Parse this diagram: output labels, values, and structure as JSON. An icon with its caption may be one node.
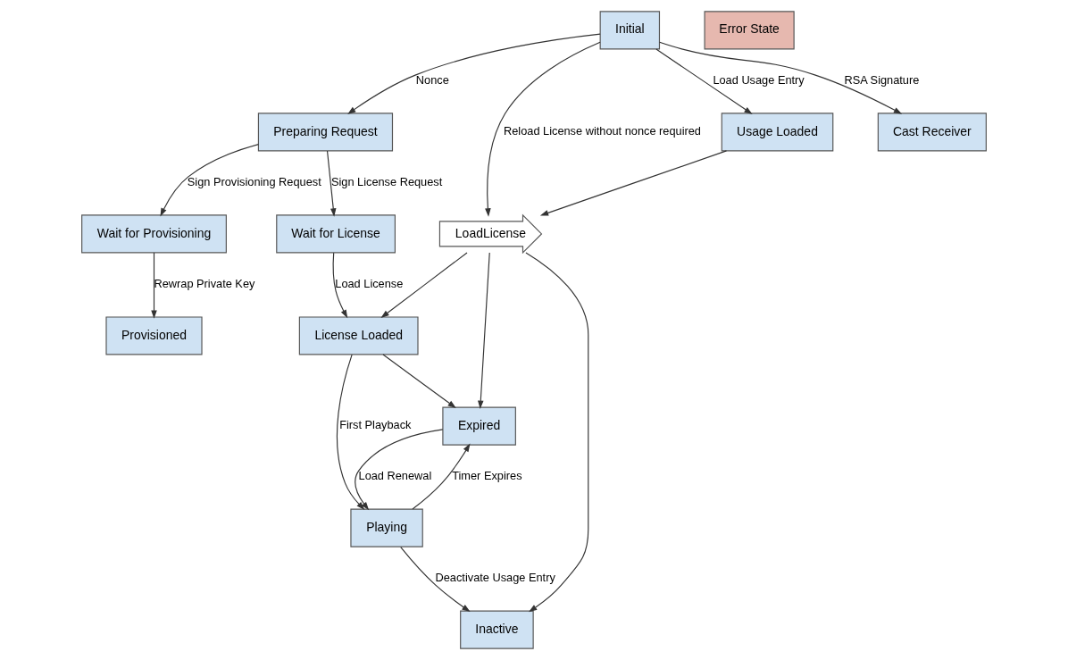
{
  "diagram": {
    "nodes": [
      {
        "text": [
          "Initial"
        ]
      },
      {
        "text": [
          "Preparing Request"
        ]
      },
      {
        "text": [
          "Wait for Provisioning"
        ]
      },
      {
        "text": [
          "Provisioned"
        ]
      },
      {
        "text": [
          "Wait for License"
        ]
      },
      {
        "text": [
          "License Loaded"
        ]
      },
      {
        "text": [
          "Expired"
        ]
      },
      {
        "text": [
          "Playing"
        ]
      },
      {
        "text": [
          "Usage Loaded"
        ]
      },
      {
        "text": [
          "LoadLicense"
        ]
      },
      {
        "text": [
          "Inactive"
        ]
      },
      {
        "text": [
          "Cast Receiver"
        ]
      },
      {
        "text": [
          "Error State"
        ]
      }
    ],
    "edges": [
      {
        "from": 0,
        "to": 1,
        "arrow": "to",
        "label": "Nonce"
      },
      {
        "from": 1,
        "to": 2,
        "arrow": "to",
        "label": "Sign Provisioning Request"
      },
      {
        "from": 2,
        "to": 3,
        "arrow": "to",
        "label": "Rewrap Private Key"
      },
      {
        "from": 1,
        "to": 4,
        "arrow": "to",
        "label": "Sign License Request"
      },
      {
        "from": 4,
        "to": 5,
        "arrow": "to",
        "label": "Load License"
      },
      {
        "from": 5,
        "to": 6,
        "arrow": "to"
      },
      {
        "from": 5,
        "to": 7,
        "arrow": "to",
        "label": "First Playback"
      },
      {
        "from": 7,
        "to": 6,
        "arrow": "to",
        "label": "Timer Expires"
      },
      {
        "from": 6,
        "to": 7,
        "arrow": "to",
        "label": "Load Renewal"
      },
      {
        "from": 7,
        "to": 10,
        "arrow": "to",
        "label": "Deactivate Usage Entry"
      },
      {
        "from": 0,
        "to": 8,
        "arrow": "to",
        "label": "Load Usage Entry"
      },
      {
        "from": 0,
        "to": 9,
        "arrow": "to",
        "label": "Reload License without nonce required"
      },
      {
        "from": 0,
        "to": 11,
        "arrow": "to",
        "label": "RSA Signature"
      },
      {
        "from": 8,
        "to": 9,
        "arrow": "to"
      },
      {
        "from": 9,
        "to": 5,
        "arrow": "to"
      },
      {
        "from": 9,
        "to": 6,
        "arrow": "to"
      },
      {
        "from": 9,
        "to": 10,
        "arrow": "to"
      }
    ]
  }
}
